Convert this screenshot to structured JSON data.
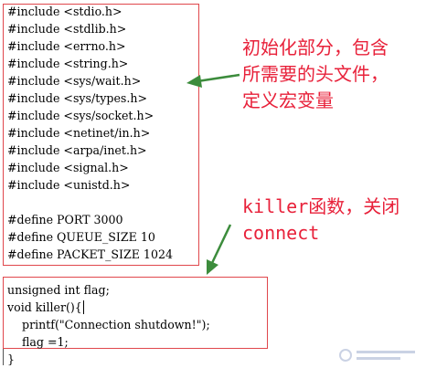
{
  "code_block_includes": {
    "lines": [
      "#include <stdio.h>",
      "#include <stdlib.h>",
      "#include <errno.h>",
      "#include <string.h>",
      "#include <sys/wait.h>",
      "#include <sys/types.h>",
      "#include <sys/socket.h>",
      "#include <netinet/in.h>",
      "#include <arpa/inet.h>",
      "#include <signal.h>",
      "#include <unistd.h>",
      "",
      "#define PORT 3000",
      "#define QUEUE_SIZE 10",
      "#define PACKET_SIZE 1024"
    ]
  },
  "code_block_killer": {
    "lines": [
      "unsigned int flag;",
      "void killer(){",
      "    printf(\"Connection shutdown!\");",
      "    flag =1;",
      "}"
    ]
  },
  "annotations": {
    "init_lines": [
      "初始化部分，包含",
      "所需要的头文件，",
      "定义宏变量"
    ],
    "killer_lines": [
      "killer函数，关闭",
      "connect"
    ]
  },
  "colors": {
    "box_border": "#e0474c",
    "annotation_text": "#e8213a",
    "arrow": "#3c8c3c"
  }
}
